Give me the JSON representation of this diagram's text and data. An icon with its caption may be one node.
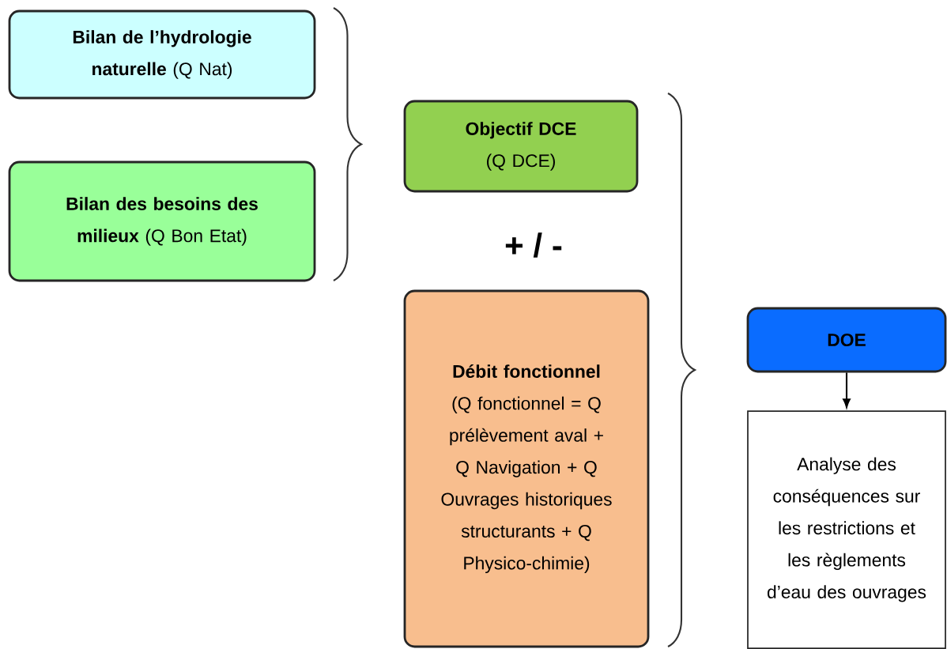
{
  "diagram": {
    "nodes": [
      {
        "text": [
          "**Bilan de l’hydrologie naturelle** (Q Nat)"
        ]
      },
      {
        "text": [
          "**Bilan des besoins des milieux** (Q Bon Etat)"
        ]
      },
      {
        "text": [
          "Objectif DCE",
          "(Q DCE)"
        ]
      },
      {
        "text": [
          "Débit fonctionnel",
          "(Q fonctionnel = Q prélèvement aval + Q Navigation + Q Ouvrages historiques structurants + Q Physico-chimie)"
        ]
      },
      {
        "text": [
          "DOE"
        ]
      },
      {
        "text": [
          "Analyse des conséquences sur les restrictions et les règlements d’eau des ouvrages"
        ]
      }
    ],
    "edges": [
      {
        "from": 4,
        "to": 5,
        "arrow": "to"
      }
    ],
    "labels": [
      "+ / -"
    ]
  }
}
